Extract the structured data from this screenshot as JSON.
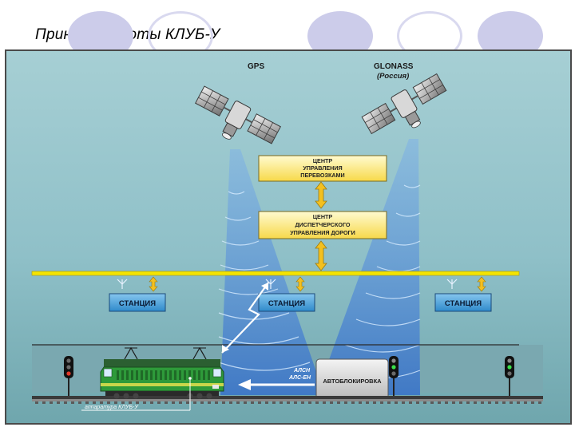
{
  "title": "Принцип работы КЛУБ-У",
  "diagram": {
    "gps_label": "GPS",
    "glonass_label": "GLONASS",
    "glonass_sublabel": "(Россия)",
    "center_transport": [
      "ЦЕНТР",
      "УПРАВЛЕНИЯ",
      "ПЕРЕВОЗКАМИ"
    ],
    "center_dispatch": [
      "ЦЕНТР",
      "ДИСПЕТЧЕРСКОГО",
      "УПРАВЛЕНИЯ ДОРОГИ"
    ],
    "station_label": "СТАНЦИЯ",
    "alsn_lines": [
      "АЛСН",
      "АЛС-ЕН"
    ],
    "autoblock_label": "АВТОБЛОКИРОВКА",
    "apparatus_label": "аппаратура КЛУБ-У"
  },
  "colors": {
    "panel_bg": "#9ac7cf",
    "panel_border": "#4a4a4a",
    "beam": "#5a8ed0",
    "yellow_box": "#fde98a",
    "station_box": "#4aa3d8",
    "locomotive": "#2e9a3a",
    "yellow_line": "#f4e400"
  }
}
